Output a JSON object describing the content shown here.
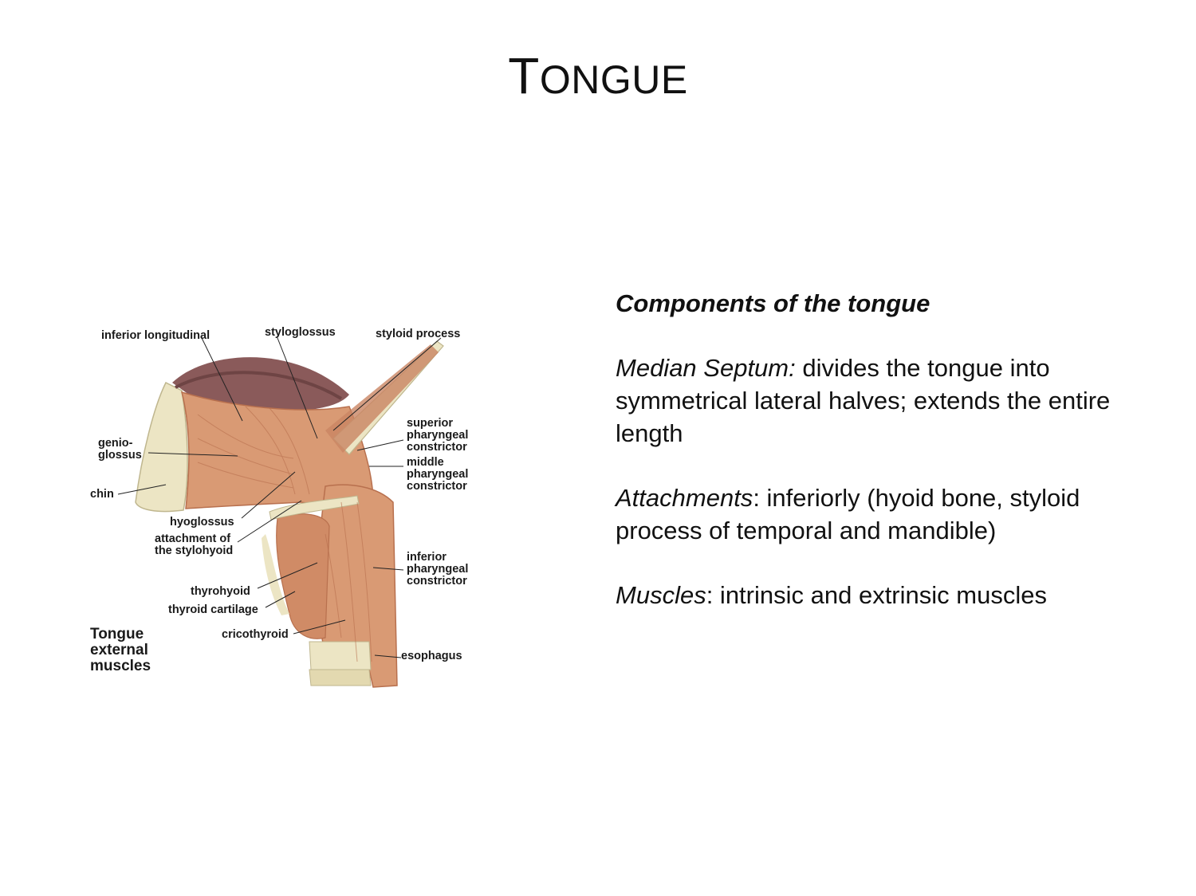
{
  "title": {
    "first": "T",
    "rest": "ONGUE"
  },
  "figure": {
    "labels": {
      "inferior_longitudinal": "inferior longitudinal",
      "styloglossus": "styloglossus",
      "styloid_process": "styloid process",
      "genioglossus": "genio-\nglossus",
      "chin": "chin",
      "superior_pharyngeal": "superior\npharyngeal\nconstrictor",
      "middle_pharyngeal": "middle\npharyngeal\nconstrictor",
      "hyoglossus": "hyoglossus",
      "attachment_stylohyoid": "attachment of\nthe stylohyoid",
      "inferior_pharyngeal": "inferior\npharyngeal\nconstrictor",
      "thyrohyoid": "thyrohyoid",
      "thyroid_cartilage": "thyroid cartilage",
      "cricothyroid": "cricothyroid",
      "esophagus": "esophagus"
    },
    "caption": "Tongue\nexternal\nmuscles",
    "colors": {
      "muscle": "#d99a74",
      "muscle_dark": "#b8704e",
      "tongue_top": "#8a5a5a",
      "bone": "#ece5c4"
    }
  },
  "content": {
    "heading": "Components of the tongue",
    "median_term": "Median Septum:",
    "median_text": " divides the tongue into symmetrical lateral halves; extends the entire length",
    "attach_term": "Attachments",
    "attach_text": ": inferiorly (hyoid bone, styloid process of temporal and mandible)",
    "muscles_term": "Muscles",
    "muscles_text": ": intrinsic and extrinsic muscles"
  }
}
